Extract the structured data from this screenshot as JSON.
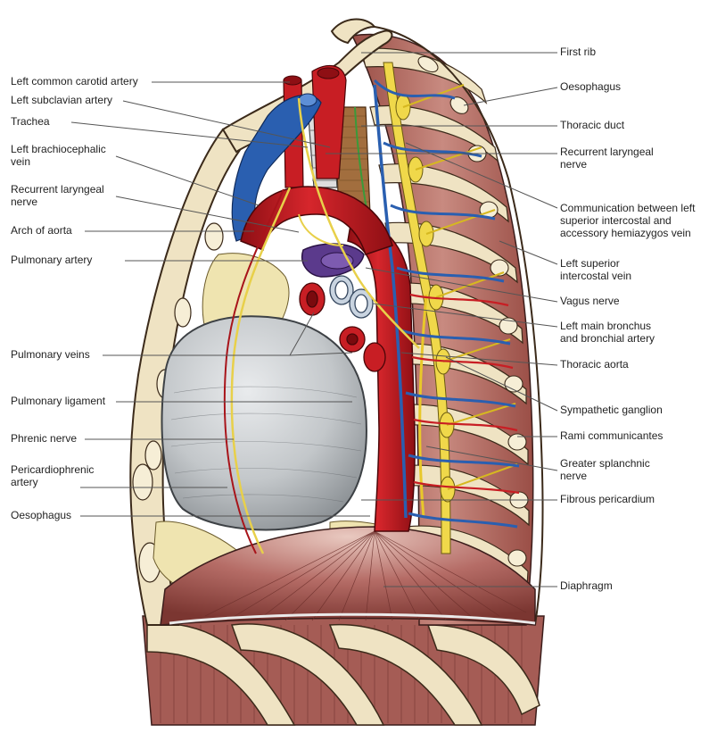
{
  "figure": {
    "left_labels": [
      {
        "key": "left_common_carotid_artery",
        "text": "Left common carotid artery"
      },
      {
        "key": "left_subclavian_artery",
        "text": "Left subclavian artery"
      },
      {
        "key": "trachea",
        "text": "Trachea"
      },
      {
        "key": "left_brachiocephalic_vein",
        "text": "Left brachiocephalic\nvein"
      },
      {
        "key": "recurrent_laryngeal_nerve_left",
        "text": "Recurrent laryngeal\nnerve"
      },
      {
        "key": "arch_of_aorta",
        "text": "Arch of aorta"
      },
      {
        "key": "pulmonary_artery",
        "text": "Pulmonary artery"
      },
      {
        "key": "pulmonary_veins",
        "text": "Pulmonary veins"
      },
      {
        "key": "pulmonary_ligament",
        "text": "Pulmonary ligament"
      },
      {
        "key": "phrenic_nerve",
        "text": "Phrenic nerve"
      },
      {
        "key": "pericardiophrenic_artery",
        "text": "Pericardiophrenic\nartery"
      },
      {
        "key": "oesophagus_left",
        "text": "Oesophagus"
      }
    ],
    "right_labels": [
      {
        "key": "first_rib",
        "text": "First rib"
      },
      {
        "key": "oesophagus_right",
        "text": "Oesophagus"
      },
      {
        "key": "thoracic_duct",
        "text": "Thoracic duct"
      },
      {
        "key": "recurrent_laryngeal_nerve_right",
        "text": "Recurrent laryngeal\nnerve"
      },
      {
        "key": "communication",
        "text": "Communication between left\nsuperior intercostal and\naccessory hemiazygos vein"
      },
      {
        "key": "left_superior_intercostal_vein",
        "text": "Left superior\nintercostal vein"
      },
      {
        "key": "vagus_nerve",
        "text": "Vagus nerve"
      },
      {
        "key": "left_main_bronchus",
        "text": "Left main bronchus\nand bronchial artery"
      },
      {
        "key": "thoracic_aorta",
        "text": "Thoracic aorta"
      },
      {
        "key": "sympathetic_ganglion",
        "text": "Sympathetic ganglion"
      },
      {
        "key": "rami_communicantes",
        "text": "Rami communicantes"
      },
      {
        "key": "greater_splanchnic_nerve",
        "text": "Greater splanchnic\nnerve"
      },
      {
        "key": "fibrous_pericardium",
        "text": "Fibrous pericardium"
      },
      {
        "key": "diaphragm",
        "text": "Diaphragm"
      }
    ],
    "colors": {
      "artery": "#c81e24",
      "vein": "#2a5fb0",
      "nerve": "#e8d04a",
      "bone": "#efe3c3",
      "muscle": "#b9716a",
      "pericardium": "#b8bcc0",
      "fat": "#efe4b0"
    }
  }
}
